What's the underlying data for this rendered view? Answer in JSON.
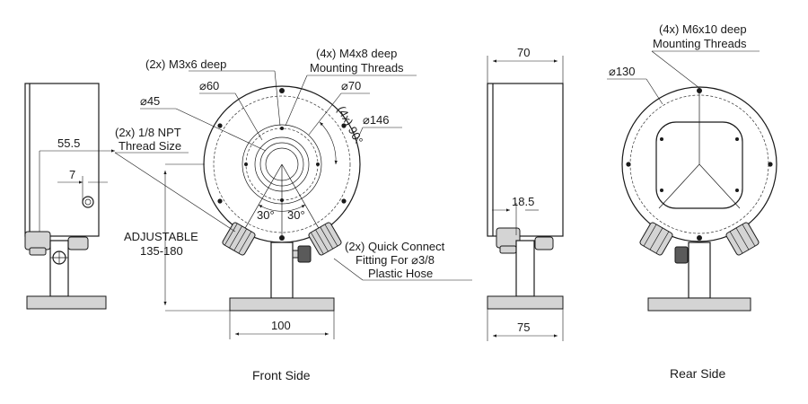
{
  "views": {
    "front_caption": "Front Side",
    "rear_caption": "Rear Side"
  },
  "dimensions": {
    "side_depth": "55.5",
    "side_port_offset": "7",
    "adjustable_label": "ADJUSTABLE",
    "adjustable_range": "135-180",
    "base_front_width": "100",
    "side_top_width": "70",
    "side_offset": "18.5",
    "side_base_width": "75"
  },
  "callouts": {
    "m3_threads": "(2x) M3x6 deep",
    "m4_threads_line1": "(4x) M4x8 deep",
    "m4_threads_line2": "Mounting Threads",
    "npt_line1": "(2x) 1/8 NPT",
    "npt_line2": "Thread Size",
    "dia_60": "⌀60",
    "dia_45": "⌀45",
    "dia_70": "⌀70",
    "dia_146": "⌀146",
    "angle_90": "(4x) 90°",
    "angle_30_left": "30°",
    "angle_30_right": "30°",
    "fitting_line1": "(2x) Quick Connect",
    "fitting_line2": "Fitting For  ⌀3/8",
    "fitting_line3": "Plastic Hose",
    "m6_threads_line1": "(4x) M6x10 deep",
    "m6_threads_line2": "Mounting Threads",
    "dia_130": "⌀130"
  }
}
